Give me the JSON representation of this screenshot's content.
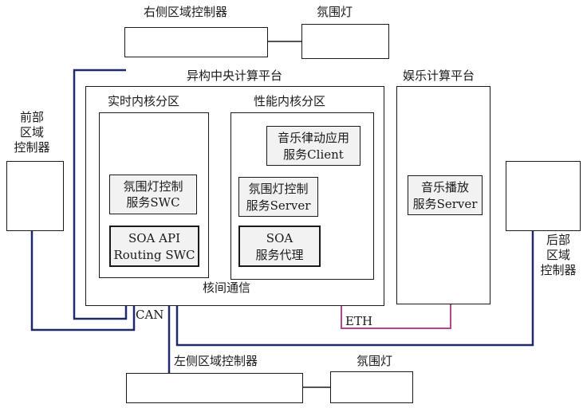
{
  "colors": {
    "can_bus": "#1f2a6b",
    "eth": "#b5478c",
    "inter_core": "#c86cbf",
    "outline": "#1a1a1a"
  },
  "labels": {
    "right_zone_controller": "右侧区域控制器",
    "right_ambient_light": "氛围灯",
    "front_zone_controller": [
      "前部",
      "区域",
      "控制器"
    ],
    "rear_zone_controller": [
      "后部",
      "区域",
      "控制器"
    ],
    "central_platform": "异构中央计算平台",
    "realtime_partition": "实时内核分区",
    "performance_partition": "性能内核分区",
    "entertainment_platform": "娱乐计算平台",
    "ambient_light_control_swc": [
      "氛围灯控制",
      "服务SWC"
    ],
    "soa_api_routing_swc": [
      "SOA API",
      "Routing SWC"
    ],
    "music_rhythm_client": [
      "音乐律动应用",
      "服务Client"
    ],
    "ambient_light_control_server": [
      "氛围灯控制",
      "服务Server"
    ],
    "soa_service_proxy": [
      "SOA",
      "服务代理"
    ],
    "music_player_server": [
      "音乐播放",
      "服务Server"
    ],
    "inter_core_comm": "核间通信",
    "can": "CAN",
    "eth": "ETH",
    "left_zone_controller": "左侧区域控制器",
    "left_ambient_light": "氛围灯"
  }
}
